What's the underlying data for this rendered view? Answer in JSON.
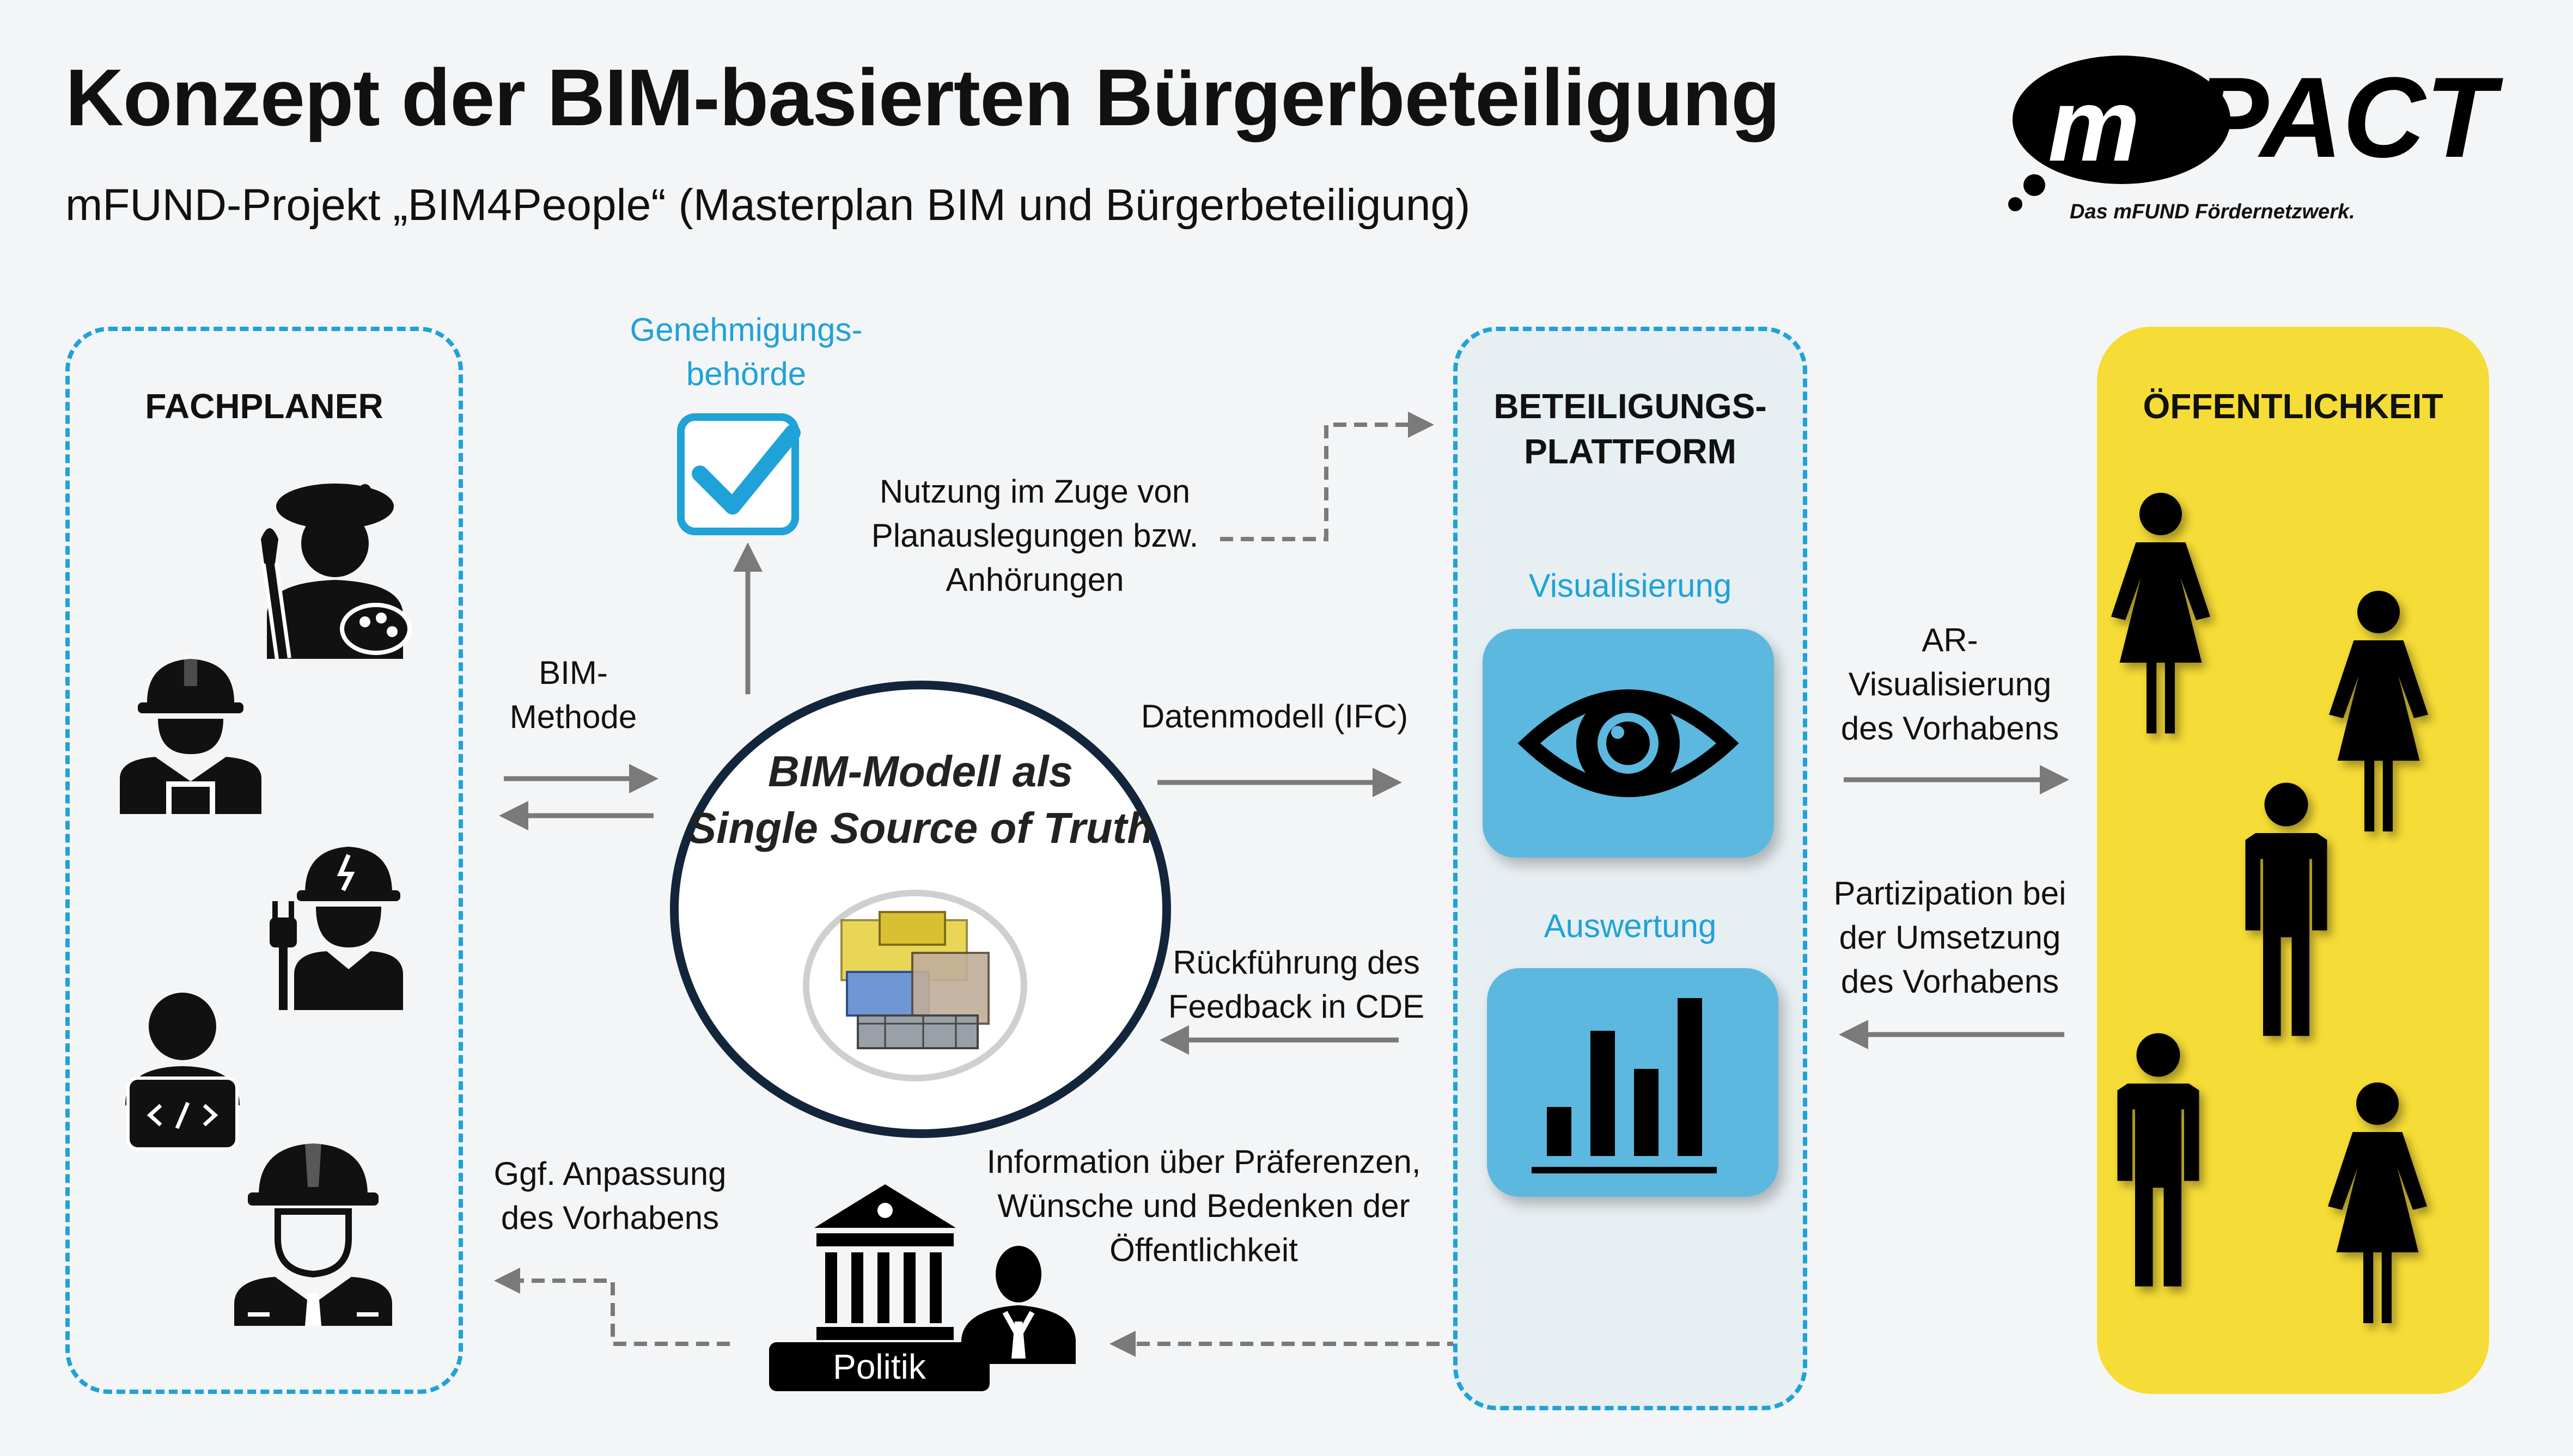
{
  "header": {
    "title": "Konzept der BIM-basierten Bürgerbeteiligung",
    "subtitle": "mFUND-Projekt „BIM4People“ (Masterplan BIM und Bürgerbeteiligung)"
  },
  "logo": {
    "name": "mPACT",
    "tagline": "Das mFUND Fördernetzwerk."
  },
  "fachplaner": {
    "heading": "FACHPLANER",
    "icons": [
      "painter-icon",
      "construction-worker-icon",
      "electrician-icon",
      "developer-icon",
      "engineer-icon"
    ]
  },
  "center": {
    "line1": "BIM-Modell als",
    "line2": "Single Source of Truth"
  },
  "behoerde": {
    "line1": "Genehmigungs-",
    "line2": "behörde"
  },
  "plattform": {
    "heading_line1": "BETEILIGUNGS-",
    "heading_line2": "PLATTFORM",
    "visualisierung": "Visualisierung",
    "auswertung": "Auswertung"
  },
  "oeffentlichkeit": {
    "heading": "ÖFFENTLICHKEIT"
  },
  "politik": {
    "label": "Politik"
  },
  "labels": {
    "bim_methode_1": "BIM-",
    "bim_methode_2": "Methode",
    "nutzung_1": "Nutzung im Zuge von",
    "nutzung_2": "Planauslegungen bzw.",
    "nutzung_3": "Anhörungen",
    "datenmodell": "Datenmodell (IFC)",
    "rueck_1": "Rückführung des",
    "rueck_2": "Feedback in CDE",
    "ar_1": "AR-",
    "ar_2": "Visualisierung",
    "ar_3": "des Vorhabens",
    "part_1": "Partizipation bei",
    "part_2": "der Umsetzung",
    "part_3": "des Vorhabens",
    "info_1": "Information über Präferenzen,",
    "info_2": "Wünsche und Bedenken der",
    "info_3": "Öffentlichkeit",
    "anpassung_1": "Ggf. Anpassung",
    "anpassung_2": "des Vorhabens"
  },
  "colors": {
    "accent_cyan": "#1fa2d8",
    "card_blue": "#5cb8de",
    "public_yellow": "#f6dc36",
    "platform_bg": "#e7eff2",
    "arrow_gray": "#7a7a7a",
    "circle_border": "#13253a"
  }
}
